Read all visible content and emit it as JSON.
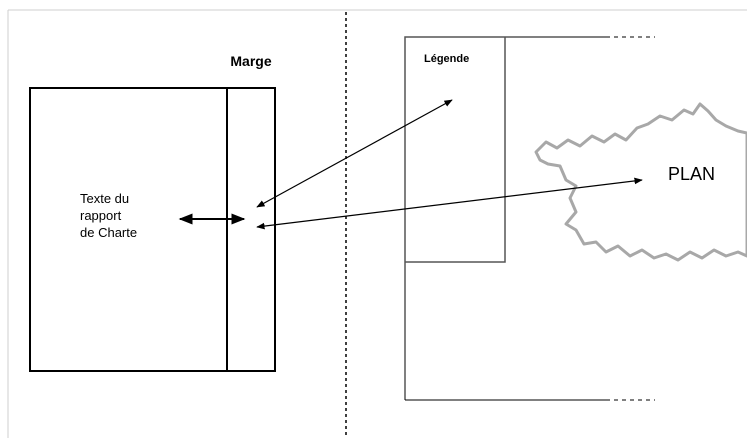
{
  "labels": {
    "margin": "Marge",
    "legend": "Légende",
    "report_text": [
      "Texte du",
      "rapport",
      "de Charte"
    ],
    "plan": "PLAN"
  }
}
